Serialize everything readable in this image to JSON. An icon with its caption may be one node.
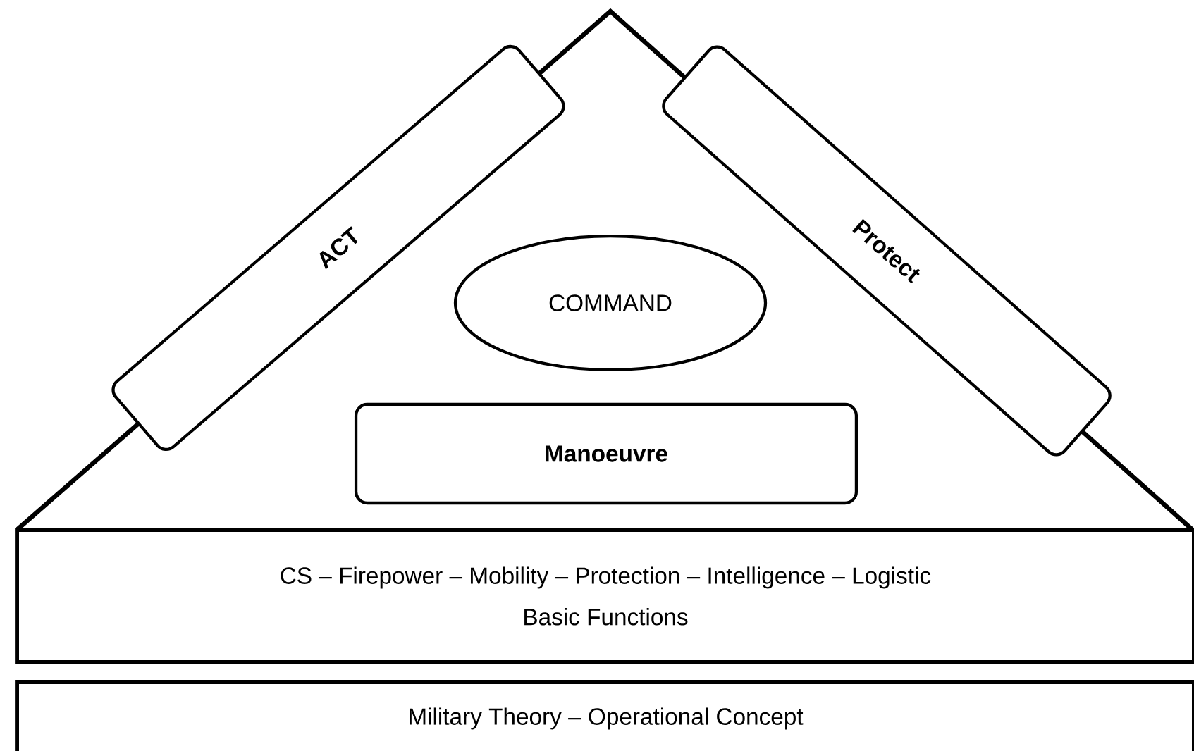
{
  "diagram": {
    "nodes": [
      {
        "text": [],
        "shape": "triangle"
      },
      {
        "text": [
          "ACT"
        ],
        "in": 0
      },
      {
        "text": [
          "Protect"
        ],
        "in": 0
      },
      {
        "text": [
          "COMMAND"
        ],
        "in": 0
      },
      {
        "text": [
          "Manoeuvre"
        ],
        "in": 0
      },
      {
        "text": [
          "CS – Firepower – Mobility – Protection – Intelligence – Logistic",
          "Basic Functions"
        ]
      },
      {
        "text": [
          "Military Theory – Operational Concept"
        ]
      }
    ]
  }
}
